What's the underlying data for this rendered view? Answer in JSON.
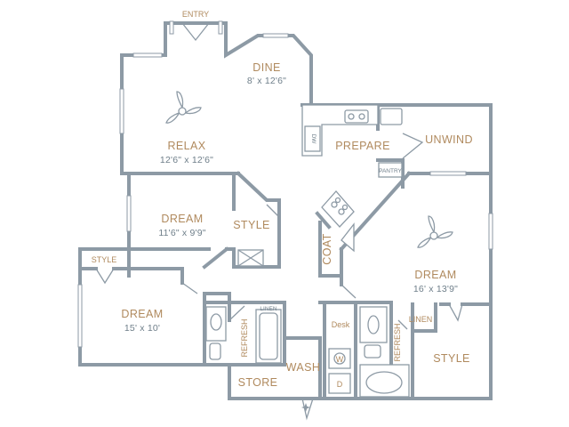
{
  "rooms": {
    "entry": {
      "label": "ENTRY"
    },
    "dine": {
      "label": "DINE",
      "size": "8' x 12'6\""
    },
    "relax": {
      "label": "RELAX",
      "size": "12'6\" x 12'6\""
    },
    "prepare": {
      "label": "PREPARE"
    },
    "unwind": {
      "label": "UNWIND"
    },
    "pantry": {
      "label": "PANTRY"
    },
    "dw": {
      "label": "DW"
    },
    "dream_1": {
      "label": "DREAM",
      "size": "11'6\" x 9'9\""
    },
    "style_1": {
      "label": "STYLE"
    },
    "coat": {
      "label": "COAT"
    },
    "dream_master": {
      "label": "DREAM",
      "size": "16' x 13'9\""
    },
    "style_2": {
      "label": "STYLE"
    },
    "dream_2": {
      "label": "DREAM",
      "size": "15' x 10'"
    },
    "refresh_1": {
      "label": "REFRESH"
    },
    "linen_1": {
      "label": "LINEN"
    },
    "desk": {
      "label": "Desk"
    },
    "refresh_2": {
      "label": "REFRESH"
    },
    "linen_2": {
      "label": "LINEN"
    },
    "style_3": {
      "label": "STYLE"
    },
    "wash": {
      "label": "WASH"
    },
    "washer": {
      "label": "W"
    },
    "dryer": {
      "label": "D"
    },
    "store": {
      "label": "STORE"
    }
  },
  "colors": {
    "wall": "#8d9aa5",
    "label": "#b08a5e",
    "dimension": "#6f7f8a",
    "background": "#ffffff"
  },
  "icons": [
    "ceiling-fan-icon",
    "ceiling-fan-icon",
    "compass-star-icon"
  ]
}
